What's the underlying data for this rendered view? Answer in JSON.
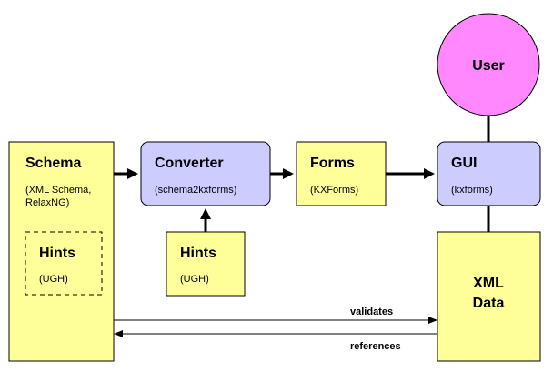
{
  "nodes": {
    "schema": {
      "title": "Schema",
      "sub": [
        "(XML Schema,",
        "RelaxNG)"
      ]
    },
    "schema_hints": {
      "title": "Hints",
      "sub": [
        "(UGH)"
      ]
    },
    "converter": {
      "title": "Converter",
      "sub": [
        "(schema2kxforms)"
      ]
    },
    "hints": {
      "title": "Hints",
      "sub": [
        "(UGH)"
      ]
    },
    "forms": {
      "title": "Forms",
      "sub": [
        "(KXForms)"
      ]
    },
    "gui": {
      "title": "GUI",
      "sub": [
        "(kxforms)"
      ]
    },
    "user": {
      "title": "User"
    },
    "xml_data": {
      "title": [
        "XML",
        "Data"
      ]
    }
  },
  "edges": {
    "validates": "validates",
    "references": "references"
  },
  "colors": {
    "data_box": "#ffff99",
    "process_box": "#ccccff",
    "user_circle": "#ff88ff"
  }
}
